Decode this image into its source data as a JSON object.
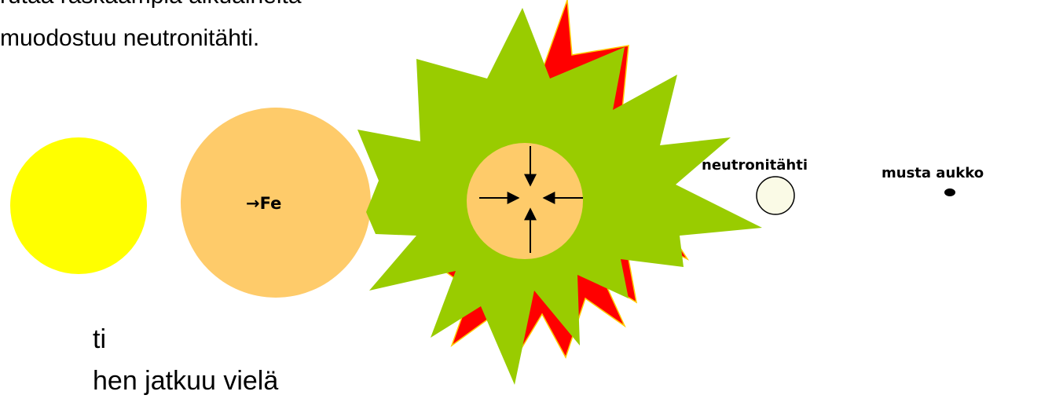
{
  "text": {
    "top_line_1": "rutaa raskaampia alkuaineita",
    "top_line_2": "muodostuu neutronitähti.",
    "bottom_line_1": "ti",
    "bottom_line_2": "hen jatkuu vielä"
  },
  "labels": {
    "fe": "→Fe",
    "neutron_star": "neutronitähti",
    "black_hole": "musta aukko"
  },
  "colors": {
    "star_yellow": "#ffff00",
    "star_orange": "#fecb6a",
    "burst_green": "#99cc00",
    "burst_red": "#ff0000",
    "neutron_fill": "#fafae6",
    "black": "#000000"
  }
}
